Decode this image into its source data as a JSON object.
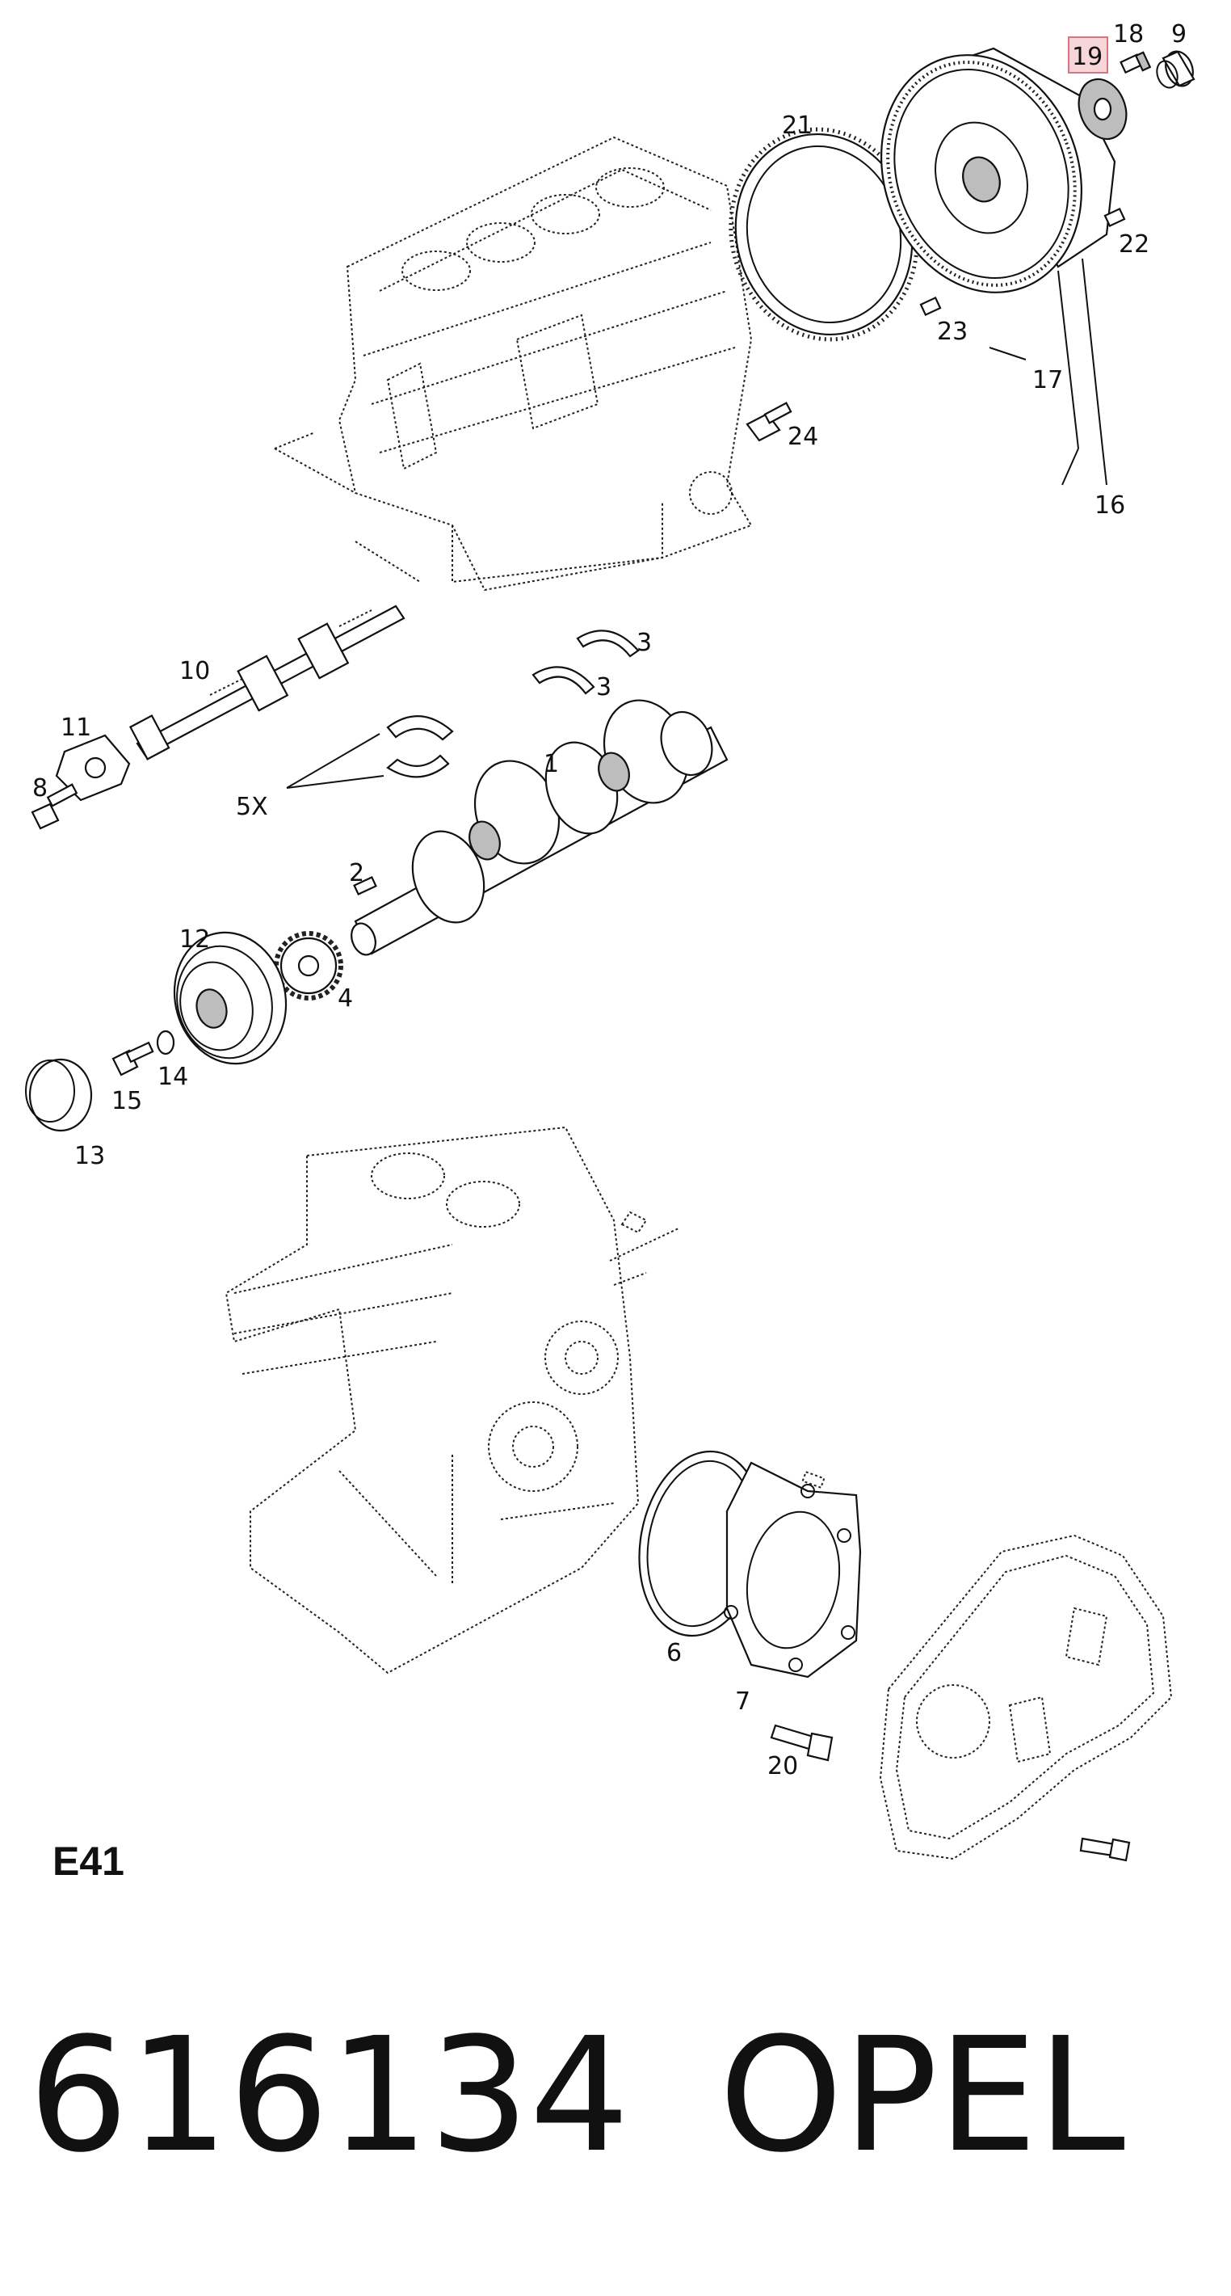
{
  "callouts": [
    "1",
    "2",
    "3",
    "3",
    "4",
    "5X",
    "6",
    "7",
    "8",
    "9",
    "10",
    "11",
    "12",
    "13",
    "14",
    "15",
    "16",
    "17",
    "18",
    "19",
    "20",
    "21",
    "22",
    "23",
    "24"
  ],
  "highlighted_callout": "19",
  "highlight_color": "#f7d6d9",
  "diagram_code": "E41",
  "part_number": "616134",
  "brand": "OPEL"
}
